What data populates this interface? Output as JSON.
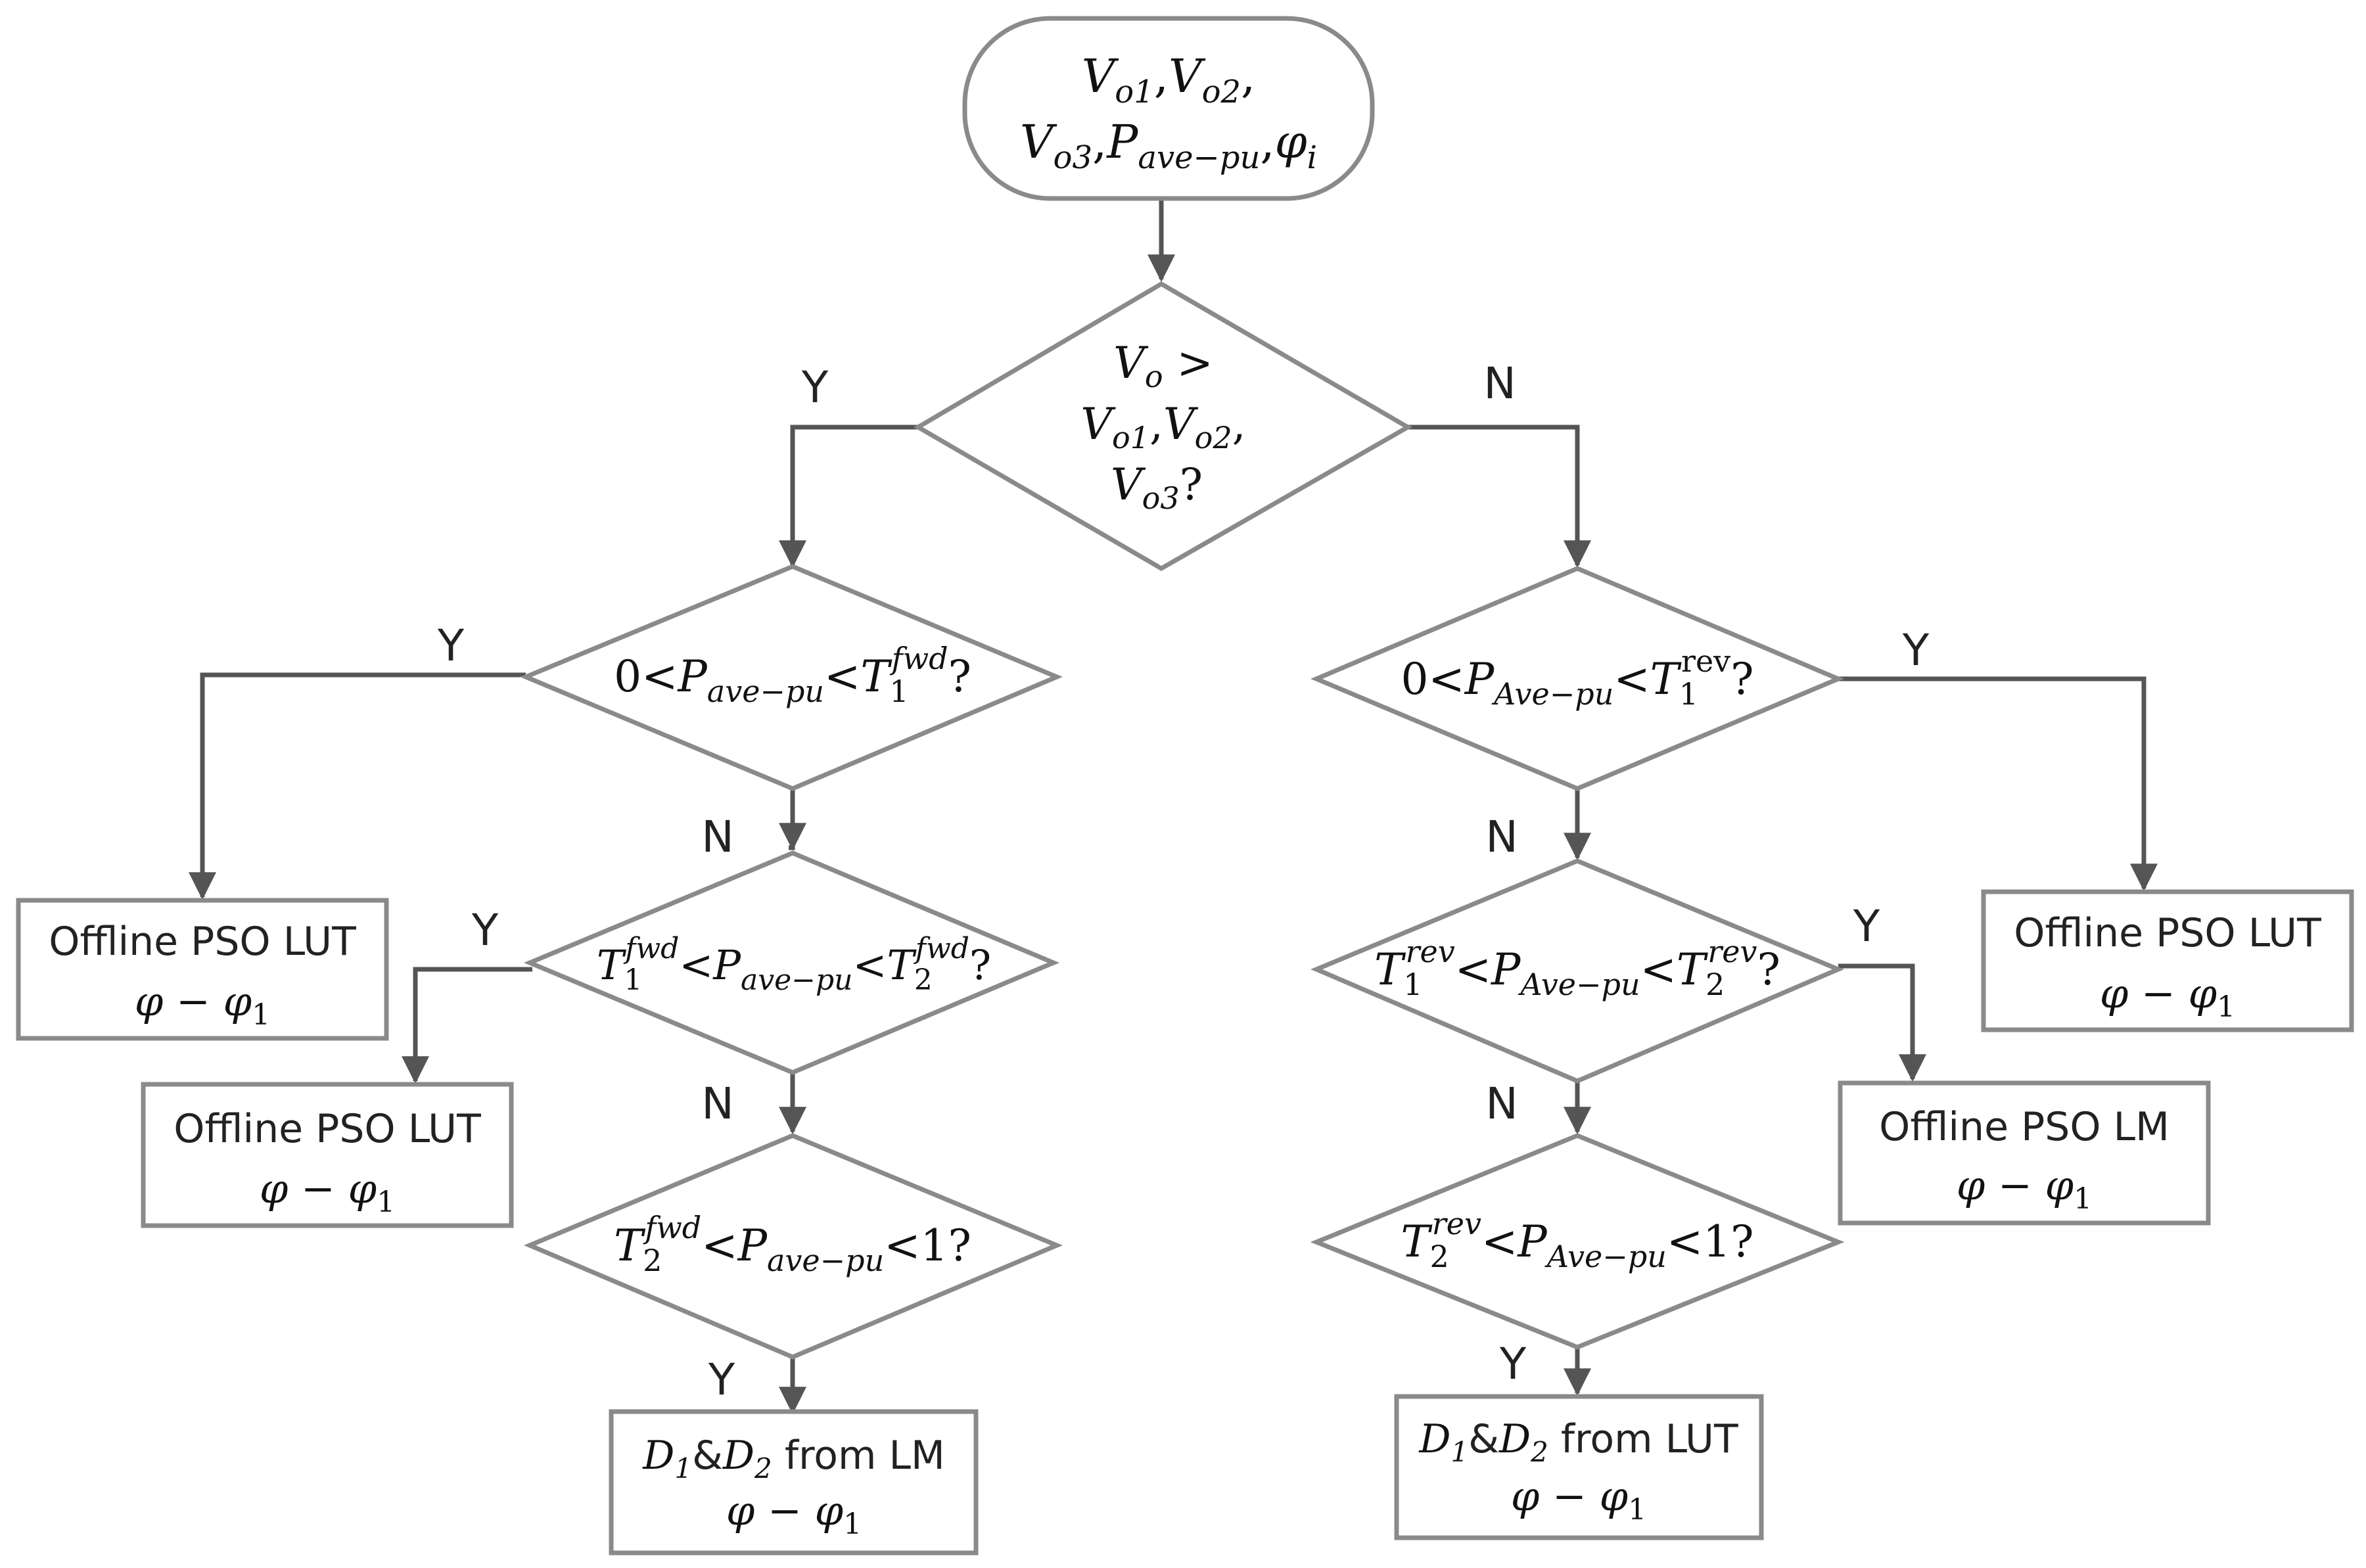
{
  "start": {
    "line1": [
      "V",
      "o1",
      ",",
      "V",
      "o2",
      ","
    ],
    "line2": [
      "V",
      "o3",
      ",",
      "P",
      "ave−pu",
      ",",
      "φ",
      "i"
    ]
  },
  "d0": {
    "line1": [
      "V",
      "o",
      " >"
    ],
    "line2": [
      "V",
      "o1",
      ",",
      "V",
      "o2",
      ","
    ],
    "line3": [
      "V",
      "o3",
      "?"
    ]
  },
  "dL1": {
    "text": [
      "0<",
      "P",
      "ave−pu",
      "<",
      "T",
      "1",
      "fwd",
      "?"
    ]
  },
  "dL2": {
    "text": [
      "T",
      "1",
      "fwd",
      "<",
      "P",
      "ave−pu",
      "<",
      "T",
      "2",
      "fwd",
      "?"
    ]
  },
  "dL3": {
    "text": [
      "T",
      "2",
      "fwd",
      "<",
      "P",
      "ave−pu",
      "<1?"
    ]
  },
  "dR1": {
    "text": [
      "0<",
      "P",
      "Ave−pu",
      "<",
      "T",
      "1",
      "rev",
      "?"
    ]
  },
  "dR2": {
    "text": [
      "T",
      "1",
      "rev",
      "<",
      "P",
      "Ave−pu",
      "<",
      "T",
      "2",
      "rev",
      "?"
    ]
  },
  "dR3": {
    "text": [
      "T",
      "2",
      "rev",
      "<",
      "P",
      "Ave−pu",
      "<1?"
    ]
  },
  "boxes": {
    "b1": {
      "title": "Offline PSO LUT",
      "sub": [
        "φ − ",
        "φ",
        "1"
      ]
    },
    "b2": {
      "title": "Offline PSO LUT",
      "sub": [
        "φ − ",
        "φ",
        "1"
      ]
    },
    "b3": {
      "title": [
        "D",
        "1",
        "&",
        "D",
        "2",
        " from LM"
      ],
      "sub": [
        "φ − ",
        "φ",
        "1"
      ]
    },
    "b4": {
      "title": "Offline PSO LUT",
      "sub": [
        "φ − ",
        "φ",
        "1"
      ]
    },
    "b5": {
      "title": "Offline PSO LM",
      "sub": [
        "φ − ",
        "φ",
        "1"
      ]
    },
    "b6": {
      "title": [
        "D",
        "1",
        "&",
        "D",
        "2",
        " from LUT"
      ],
      "sub": [
        "φ − ",
        "φ",
        "1"
      ]
    }
  },
  "edges": {
    "yes": "Y",
    "no": "N"
  }
}
